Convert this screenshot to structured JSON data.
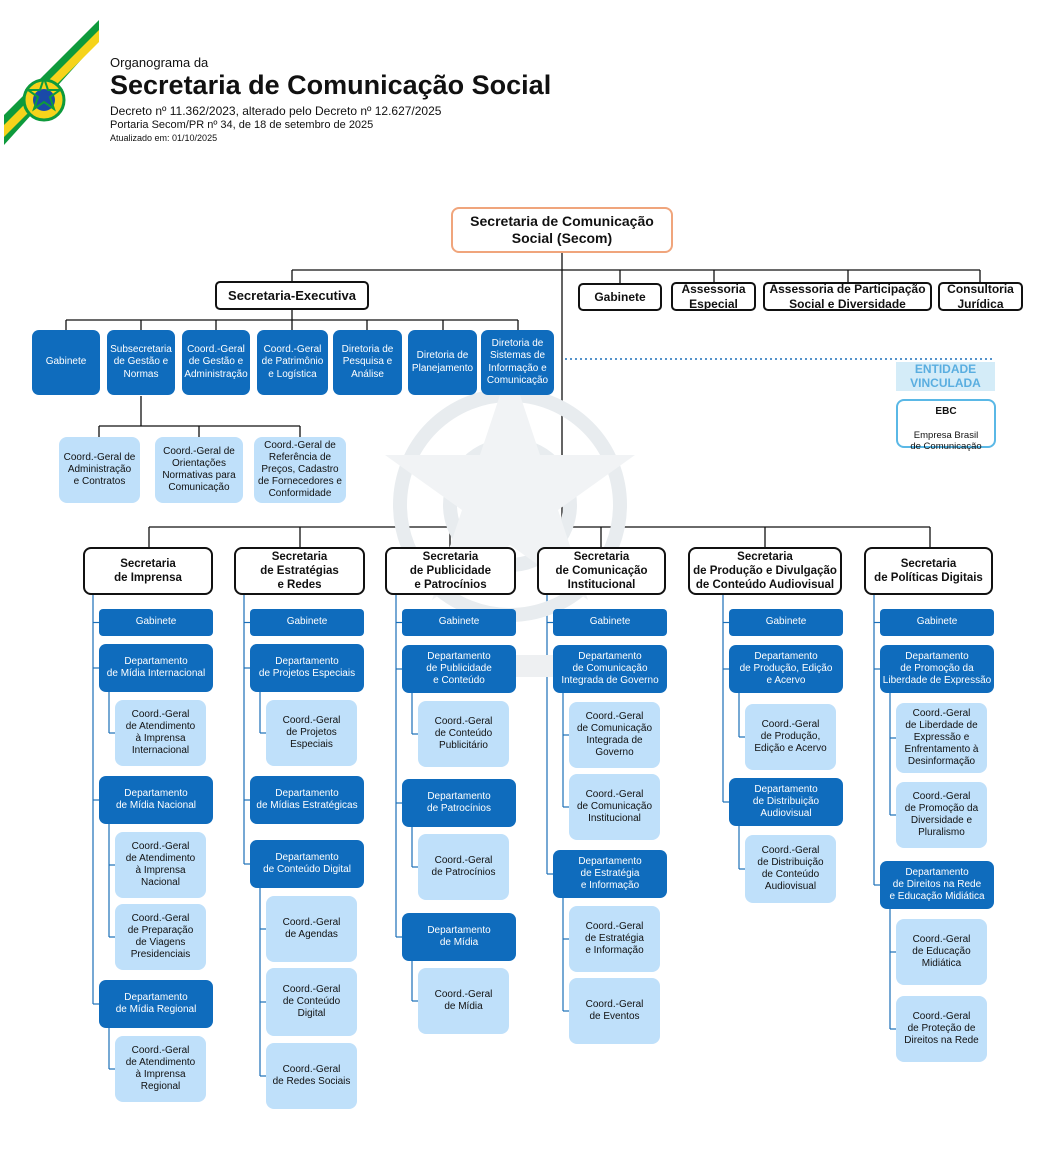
{
  "header": {
    "pretitle": "Organograma da",
    "title": "Secretaria de Comunicação Social",
    "decree": "Decreto nº 11.362/2023, alterado pelo Decreto nº 12.627/2025",
    "ordinance": "Portaria Secom/PR nº 34, de 18 de setembro de 2025",
    "updated": "Atualizado em: 01/10/2025"
  },
  "root": "Secretaria de Comunicação\nSocial (Secom)",
  "advisory": [
    "Gabinete",
    "Assessoria\nEspecial",
    "Assessoria de Participação\nSocial e Diversidade",
    "Consultoria\nJurídica"
  ],
  "executive": {
    "title": "Secretaria-Executiva",
    "units": [
      "Gabinete",
      "Subsecretaria\nde Gestão e\nNormas",
      "Coord.-Geral\nde Gestão e\nAdministração",
      "Coord.-Geral\nde Patrimônio\ne Logística",
      "Diretoria de\nPesquisa e\nAnálise",
      "Diretoria de\nPlanejamento",
      "Diretoria de\nSistemas de\nInformação e\nComunicação"
    ],
    "subsecretariat_units": [
      "Coord.-Geral de\nAdministração\ne Contratos",
      "Coord.-Geral de\nOrientações\nNormativas para\nComunicação",
      "Coord.-Geral de\nReferência de\nPreços, Cadastro\nde Fornecedores e\nConformidade"
    ]
  },
  "linked_entity": {
    "label": "ENTIDADE\nVINCULADA",
    "name": "EBC",
    "full_name": "Empresa Brasil\nde Comunicação"
  },
  "secretariats": [
    {
      "title": "Secretaria\nde Imprensa",
      "gabinete": "Gabinete",
      "departments": [
        {
          "name": "Departamento\nde Mídia Internacional",
          "units": [
            "Coord.-Geral\nde Atendimento\nà Imprensa\nInternacional"
          ]
        },
        {
          "name": "Departamento\nde Mídia Nacional",
          "units": [
            "Coord.-Geral\nde Atendimento\nà Imprensa\nNacional",
            "Coord.-Geral\nde Preparação\nde Viagens\nPresidenciais"
          ]
        },
        {
          "name": "Departamento\nde Mídia Regional",
          "units": [
            "Coord.-Geral\nde Atendimento\nà Imprensa\nRegional"
          ]
        }
      ]
    },
    {
      "title": "Secretaria\nde Estratégias\ne Redes",
      "gabinete": "Gabinete",
      "departments": [
        {
          "name": "Departamento\nde Projetos Especiais",
          "units": [
            "Coord.-Geral\nde Projetos\nEspeciais"
          ]
        },
        {
          "name": "Departamento\nde Mídias Estratégicas",
          "units": []
        },
        {
          "name": "Departamento\nde Conteúdo Digital",
          "units": [
            "Coord.-Geral\nde Agendas",
            "Coord.-Geral\nde Conteúdo\nDigital",
            "Coord.-Geral\nde Redes Sociais"
          ]
        }
      ]
    },
    {
      "title": "Secretaria\nde Publicidade\ne Patrocínios",
      "gabinete": "Gabinete",
      "departments": [
        {
          "name": "Departamento\nde Publicidade\ne Conteúdo",
          "units": [
            "Coord.-Geral\nde Conteúdo\nPublicitário"
          ]
        },
        {
          "name": "Departamento\nde Patrocínios",
          "units": [
            "Coord.-Geral\nde Patrocínios"
          ]
        },
        {
          "name": "Departamento\nde Mídia",
          "units": [
            "Coord.-Geral\nde Mídia"
          ]
        }
      ]
    },
    {
      "title": "Secretaria\nde Comunicação\nInstitucional",
      "gabinete": "Gabinete",
      "departments": [
        {
          "name": "Departamento\nde Comunicação\nIntegrada de Governo",
          "units": [
            "Coord.-Geral\nde Comunicação\nIntegrada de\nGoverno",
            "Coord.-Geral\nde Comunicação\nInstitucional"
          ]
        },
        {
          "name": "Departamento\nde Estratégia\ne Informação",
          "units": [
            "Coord.-Geral\nde Estratégia\ne Informação",
            "Coord.-Geral\nde Eventos"
          ]
        }
      ]
    },
    {
      "title": "Secretaria\nde Produção e Divulgação\nde Conteúdo Audiovisual",
      "gabinete": "Gabinete",
      "departments": [
        {
          "name": "Departamento\nde Produção, Edição\ne Acervo",
          "units": [
            "Coord.-Geral\nde Produção,\nEdição e Acervo"
          ]
        },
        {
          "name": "Departamento\nde Distribuição\nAudiovisual",
          "units": [
            "Coord.-Geral\nde Distribuição\nde Conteúdo\nAudiovisual"
          ]
        }
      ]
    },
    {
      "title": "Secretaria\nde Políticas Digitais",
      "gabinete": "Gabinete",
      "departments": [
        {
          "name": "Departamento\nde Promoção da\nLiberdade de Expressão",
          "units": [
            "Coord.-Geral\nde Liberdade de\nExpressão e\nEnfrentamento à\nDesinformação",
            "Coord.-Geral\nde Promoção da\nDiversidade e\nPluralismo"
          ]
        },
        {
          "name": "Departamento\nde Direitos na Rede\ne Educação Midiática",
          "units": [
            "Coord.-Geral\nde Educação\nMidiática",
            "Coord.-Geral\nde Proteção de\nDireitos na Rede"
          ]
        }
      ]
    }
  ]
}
